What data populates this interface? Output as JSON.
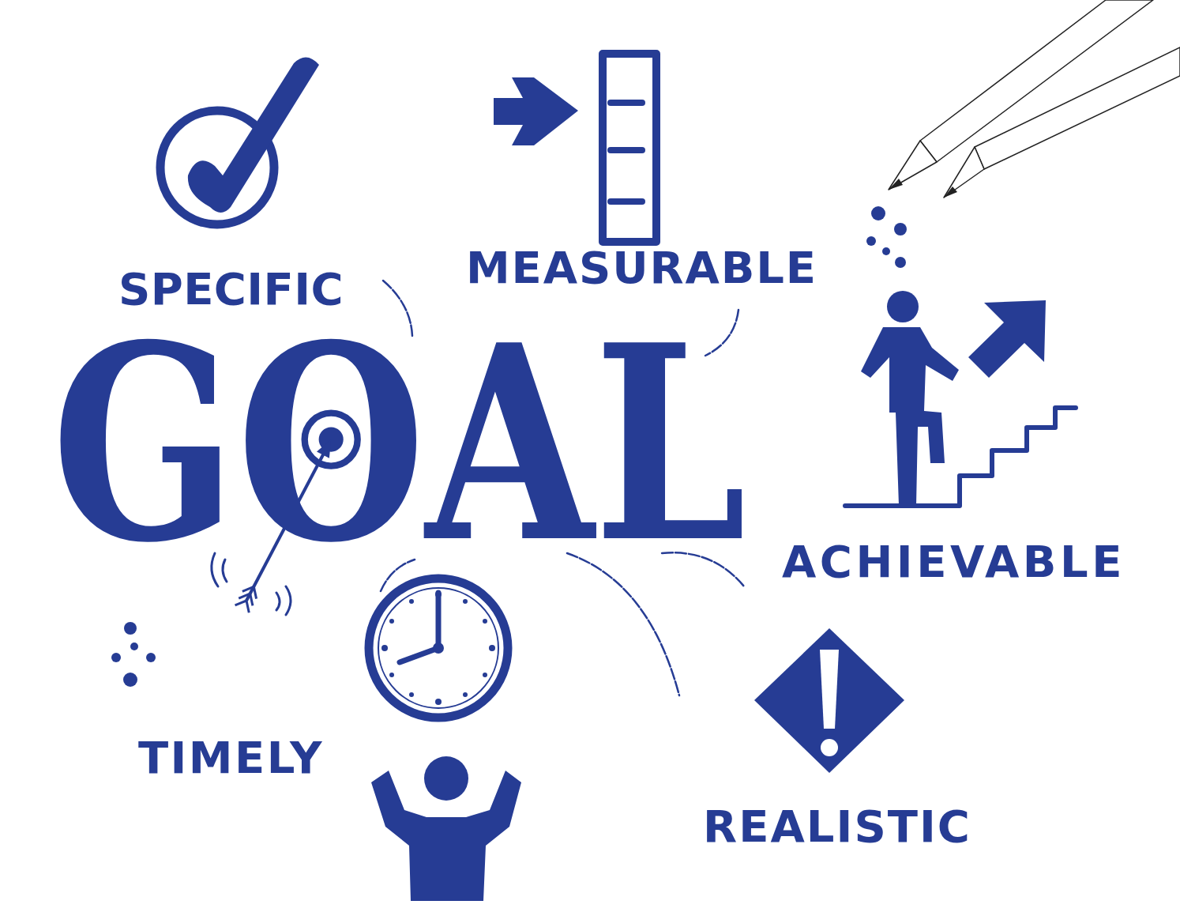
{
  "diagram": {
    "title": "GOAL",
    "labels": [
      "SPECIFIC",
      "MEASURABLE",
      "ACHIEVABLE",
      "TIMELY",
      "REALISTIC"
    ]
  }
}
